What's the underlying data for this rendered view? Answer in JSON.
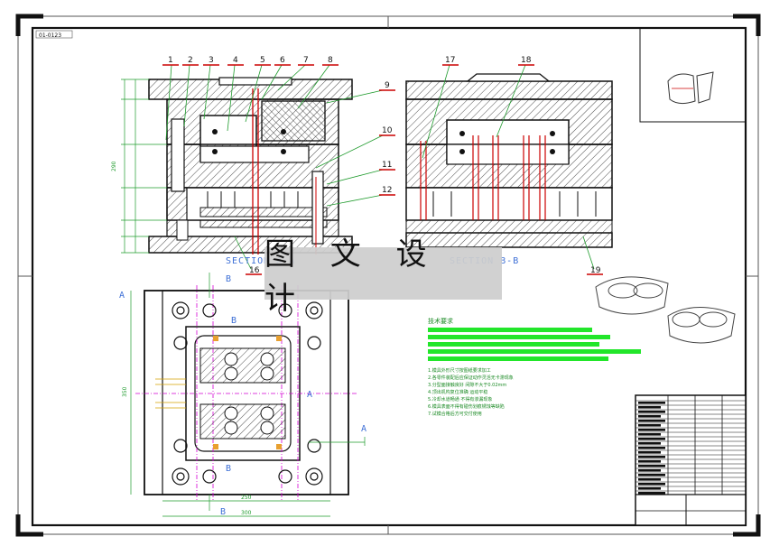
{
  "title_block_tag": "01-0123",
  "watermark_text": "图 文 设 计",
  "section_labels": {
    "left": "SECTION A-A",
    "right": "SECTION B-B"
  },
  "part_numbers": [
    "1",
    "2",
    "3",
    "4",
    "5",
    "6",
    "7",
    "8",
    "9",
    "10",
    "11",
    "12",
    "16",
    "17",
    "18",
    "19"
  ],
  "section_marks": {
    "a": "A",
    "b": "B"
  },
  "dimensions": {
    "plate_height": "350",
    "plate_width": "300",
    "inner_width": "250",
    "total_height": "290"
  },
  "notes": {
    "heading": "技术要求",
    "lines": [
      "1.模具外形尺寸按图纸要求加工",
      "2.各零件装配后应保证动作灵活无卡滞现象",
      "3.分型面接触良好 间隙不大于0.02mm",
      "4.顶出机构复位准确 运动平稳",
      "5.冷却水道畅通 不得有渗漏现象",
      "6.模具表面不得有碰伤划痕锈蚀等缺陷",
      "7.试模合格后方可交付使用"
    ]
  },
  "colors": {
    "frame": "#111111",
    "section": "#3d6fd6",
    "leader": "#1f9b2d",
    "center": "#d400d4",
    "redline": "#cc0000",
    "highlight": "#22e62a"
  }
}
